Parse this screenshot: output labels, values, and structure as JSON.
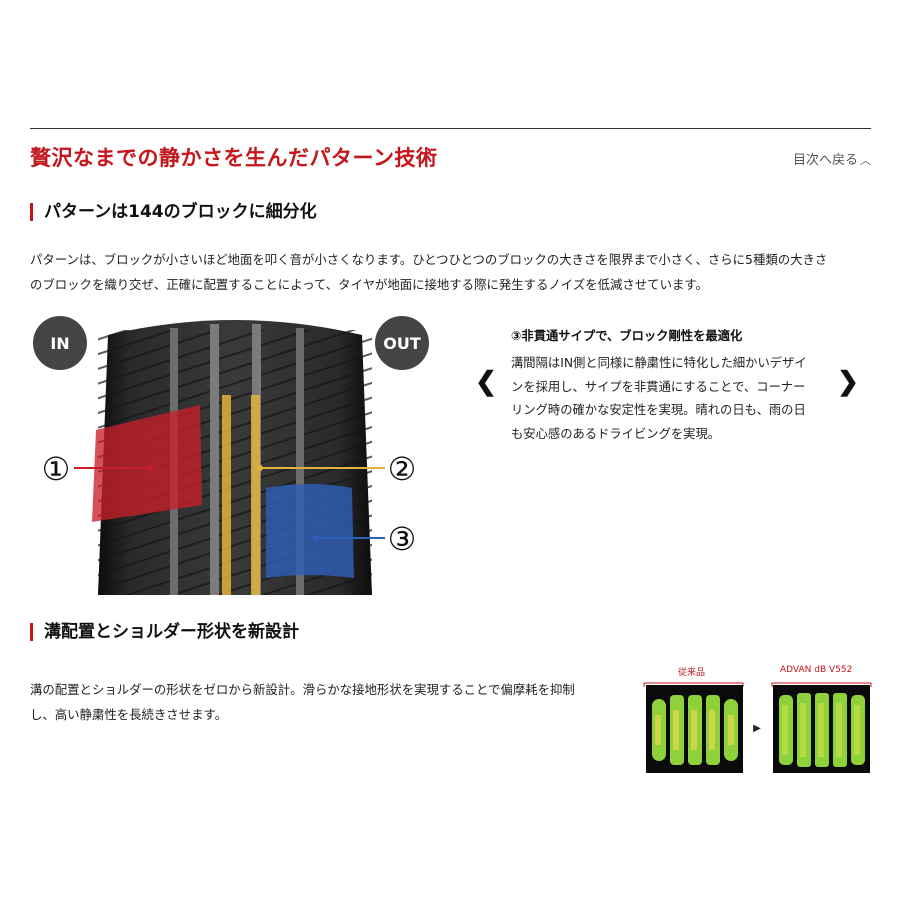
{
  "header": {
    "title": "贅沢なまでの静かさを生んだパターン技術",
    "toc_link": "目次へ戻る",
    "toc_chevron": "^"
  },
  "section1": {
    "heading": "パターンは144のブロックに細分化",
    "paragraph_line1": "パターンは、ブロックが小さいほど地面を叩く音が小さくなります。ひとつひとつのブロックの大きさを限界まで小さく、さらに5種類の大きさ",
    "paragraph_line2": "のブロックを織り交ぜ、正確に配置することによって、タイヤが地面に接地する際に発生するノイズを低減させています。",
    "figure": {
      "in_label": "IN",
      "out_label": "OUT",
      "callout_1": "①",
      "callout_2": "②",
      "callout_3": "③",
      "colors": {
        "zone1": "#c8202a",
        "zone2": "#e0b33a",
        "zone3": "#2e5fb8",
        "badge": "#444444"
      }
    },
    "caption": {
      "title": "③非貫通サイプで、ブロック剛性を最適化",
      "line1": "溝間隔はIN側と同様に静粛性に特化した細かいデザイ",
      "line2": "ンを採用し、サイプを非貫通にすることで、コーナー",
      "line3": "リング時の確かな安定性を実現。晴れの日も、雨の日",
      "line4": "も安心感のあるドライビングを実現。",
      "prev_arrow": "❮",
      "next_arrow": "❯"
    }
  },
  "section2": {
    "heading": "溝配置とショルダー形状を新設計",
    "paragraph_line1": "溝の配置とショルダーの形状をゼロから新設計。滑らかな接地形状を実現することで偏摩耗を抑制",
    "paragraph_line2": "し、高い静粛性を長続きさせます。",
    "compare": {
      "left_label": "従来品",
      "right_label": "ADVAN dB V552",
      "arrow": "▶"
    }
  },
  "colors": {
    "accent": "#c4161c"
  }
}
